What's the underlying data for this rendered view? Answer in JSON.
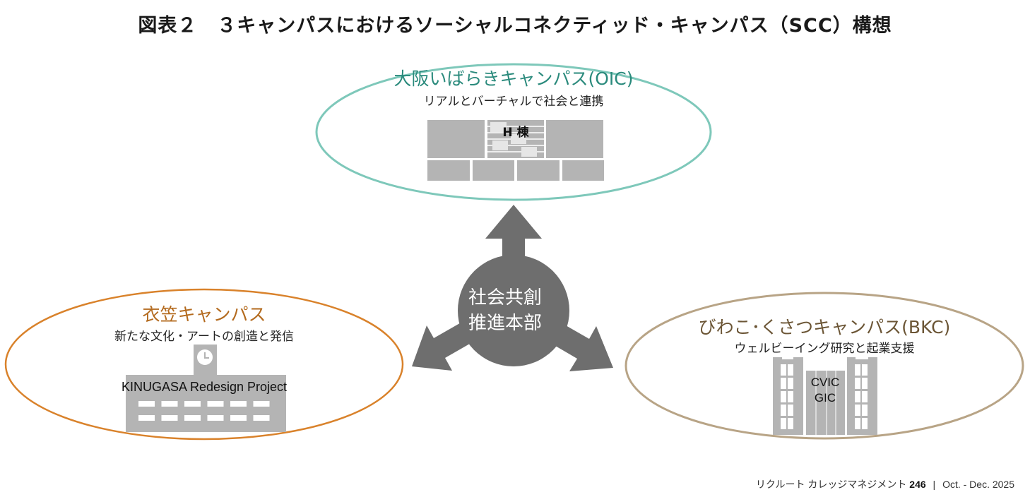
{
  "figure": {
    "title": "図表２　３キャンパスにおけるソーシャルコネクティッド・キャンパス（SCC）構想"
  },
  "colors": {
    "oic": "#2a8a7c",
    "oic_border": "#7ec8ba",
    "kinugasa": "#b36a1e",
    "kinugasa_border": "#d9822b",
    "bkc": "#6b5535",
    "bkc_border": "#b8a486",
    "hub": "#6e6e6e",
    "building": "#b4b4b4"
  },
  "hub": {
    "line1": "社会共創",
    "line2": "推進本部"
  },
  "campuses": {
    "oic": {
      "name": "大阪いばらきキャンパス(OIC)",
      "tagline": "リアルとバーチャルで社会と連携",
      "building_label": "H 棟",
      "icon": "office-building-icon"
    },
    "kinugasa": {
      "name": "衣笠キャンパス",
      "tagline": "新たな文化・アートの創造と発信",
      "building_label": "KINUGASA Redesign Project",
      "icon": "clock-tower-school-icon"
    },
    "bkc": {
      "name": "びわこ･くさつキャンパス(BKC)",
      "tagline": "ウェルビーイング研究と起業支援",
      "building_label_line1": "CVIC",
      "building_label_line2": "GIC",
      "icon": "twin-tower-building-icon"
    }
  },
  "footer": {
    "publication": "リクルート カレッジマネジメント",
    "issue": "246",
    "separator": "|",
    "period": "Oct. - Dec. 2025"
  }
}
